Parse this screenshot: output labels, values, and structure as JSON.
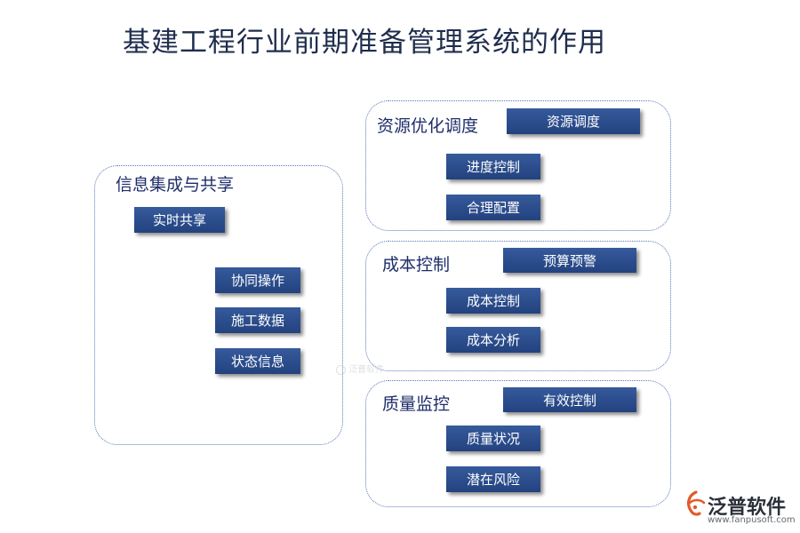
{
  "title": "基建工程行业前期准备管理系统的作用",
  "left_panel": {
    "title": "信息集成与共享",
    "root": "实时共享",
    "items": [
      "协同操作",
      "施工数据",
      "状态信息"
    ]
  },
  "panels": [
    {
      "title": "资源优化调度",
      "root": "资源调度",
      "items": [
        "进度控制",
        "合理配置"
      ]
    },
    {
      "title": "成本控制",
      "root": "预算预警",
      "items": [
        "成本控制",
        "成本分析"
      ]
    },
    {
      "title": "质量监控",
      "root": "有效控制",
      "items": [
        "质量状况",
        "潜在风险"
      ]
    }
  ],
  "watermark": "泛普软件",
  "brand": {
    "name": "泛普软件",
    "url": "www.fanpusoft.com"
  },
  "colors": {
    "box": "#2d4f8e",
    "panel_border": "#5a79b8",
    "line": "#2d4f8e",
    "line_accent": "#2f7a3a"
  }
}
